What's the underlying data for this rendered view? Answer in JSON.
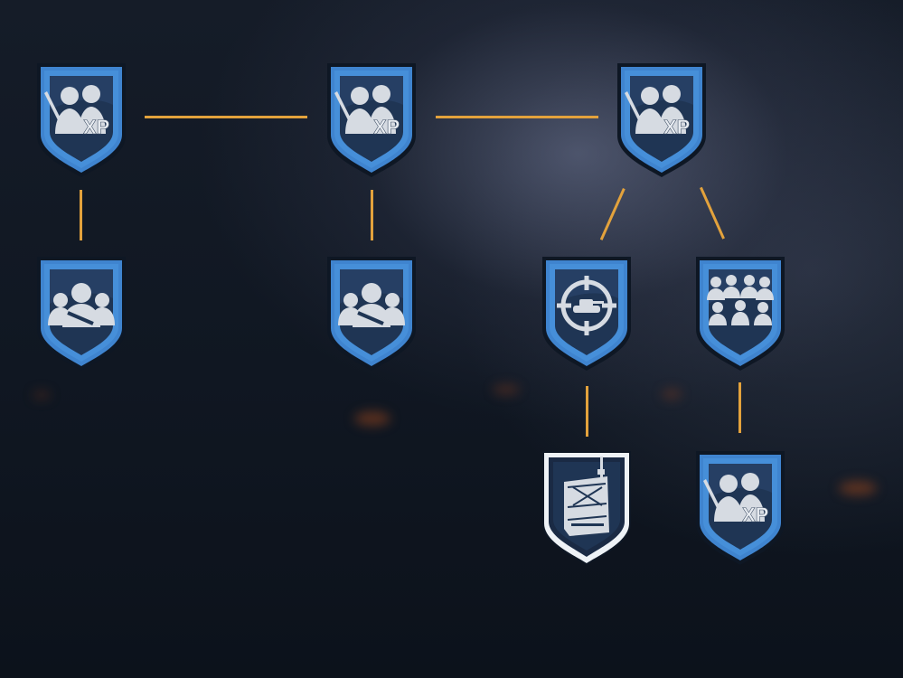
{
  "skill_tree": {
    "nodes": [
      {
        "id": "xp-1",
        "icon": "squad-xp-icon",
        "label": "XP",
        "state": "locked"
      },
      {
        "id": "xp-2",
        "icon": "squad-xp-icon",
        "label": "XP",
        "state": "locked"
      },
      {
        "id": "xp-3",
        "icon": "squad-xp-icon",
        "label": "XP",
        "state": "locked"
      },
      {
        "id": "squad-1",
        "icon": "squad-comms-icon",
        "state": "locked"
      },
      {
        "id": "squad-2",
        "icon": "squad-comms-icon",
        "state": "locked"
      },
      {
        "id": "tank-target",
        "icon": "tank-crosshair-icon",
        "state": "locked"
      },
      {
        "id": "platoon",
        "icon": "platoon-icon",
        "state": "locked"
      },
      {
        "id": "radio",
        "icon": "radio-backpack-icon",
        "state": "selected"
      },
      {
        "id": "xp-4",
        "icon": "squad-xp-icon",
        "label": "XP",
        "state": "locked"
      }
    ]
  },
  "colors": {
    "connector": "#e3a23c",
    "badge_border": "#4f8fd4",
    "badge_fill": "#1e3352",
    "selected_border": "#e8edf3",
    "icon": "#d8dde4"
  }
}
